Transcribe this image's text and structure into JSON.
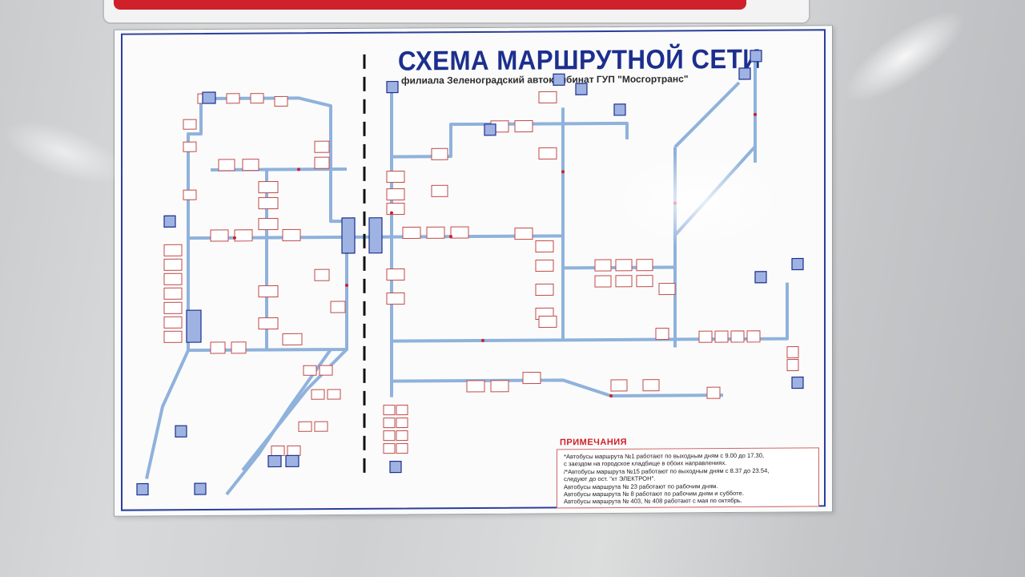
{
  "sign": {
    "title": "СХЕМА МАРШРУТНОЙ СЕТИ",
    "subtitle": "филиала Зеленоградский автокомбинат ГУП \"Мосгортранс\""
  },
  "notes": {
    "heading": "ПРИМЕЧАНИЯ",
    "lines": [
      "*Автобусы маршрута №1 работают  по выходным дням с 9.00 до 17.30,",
      "с заездом на городское кладбище в обоих направлениях.",
      "/*Автобусы маршрута №15 работают  по выходным дням с 8.37 до 23.54,",
      "следуют до ост. \"кт ЭЛЕКТРОН\".",
      "Автобусы маршрута № 23 работают по рабочим дням.",
      "Автобусы маршрута № 8 работают по рабочим дням и субботе.",
      "Автобусы маршрута № 403, № 408 работают с мая по октябрь."
    ]
  },
  "colors": {
    "title_blue": "#1c2f8e",
    "route_line": "#8fb2dc",
    "stop_box_border": "#c24a4a",
    "terminal_fill": "#9fb3e2",
    "notes_heading": "#d0202a"
  }
}
